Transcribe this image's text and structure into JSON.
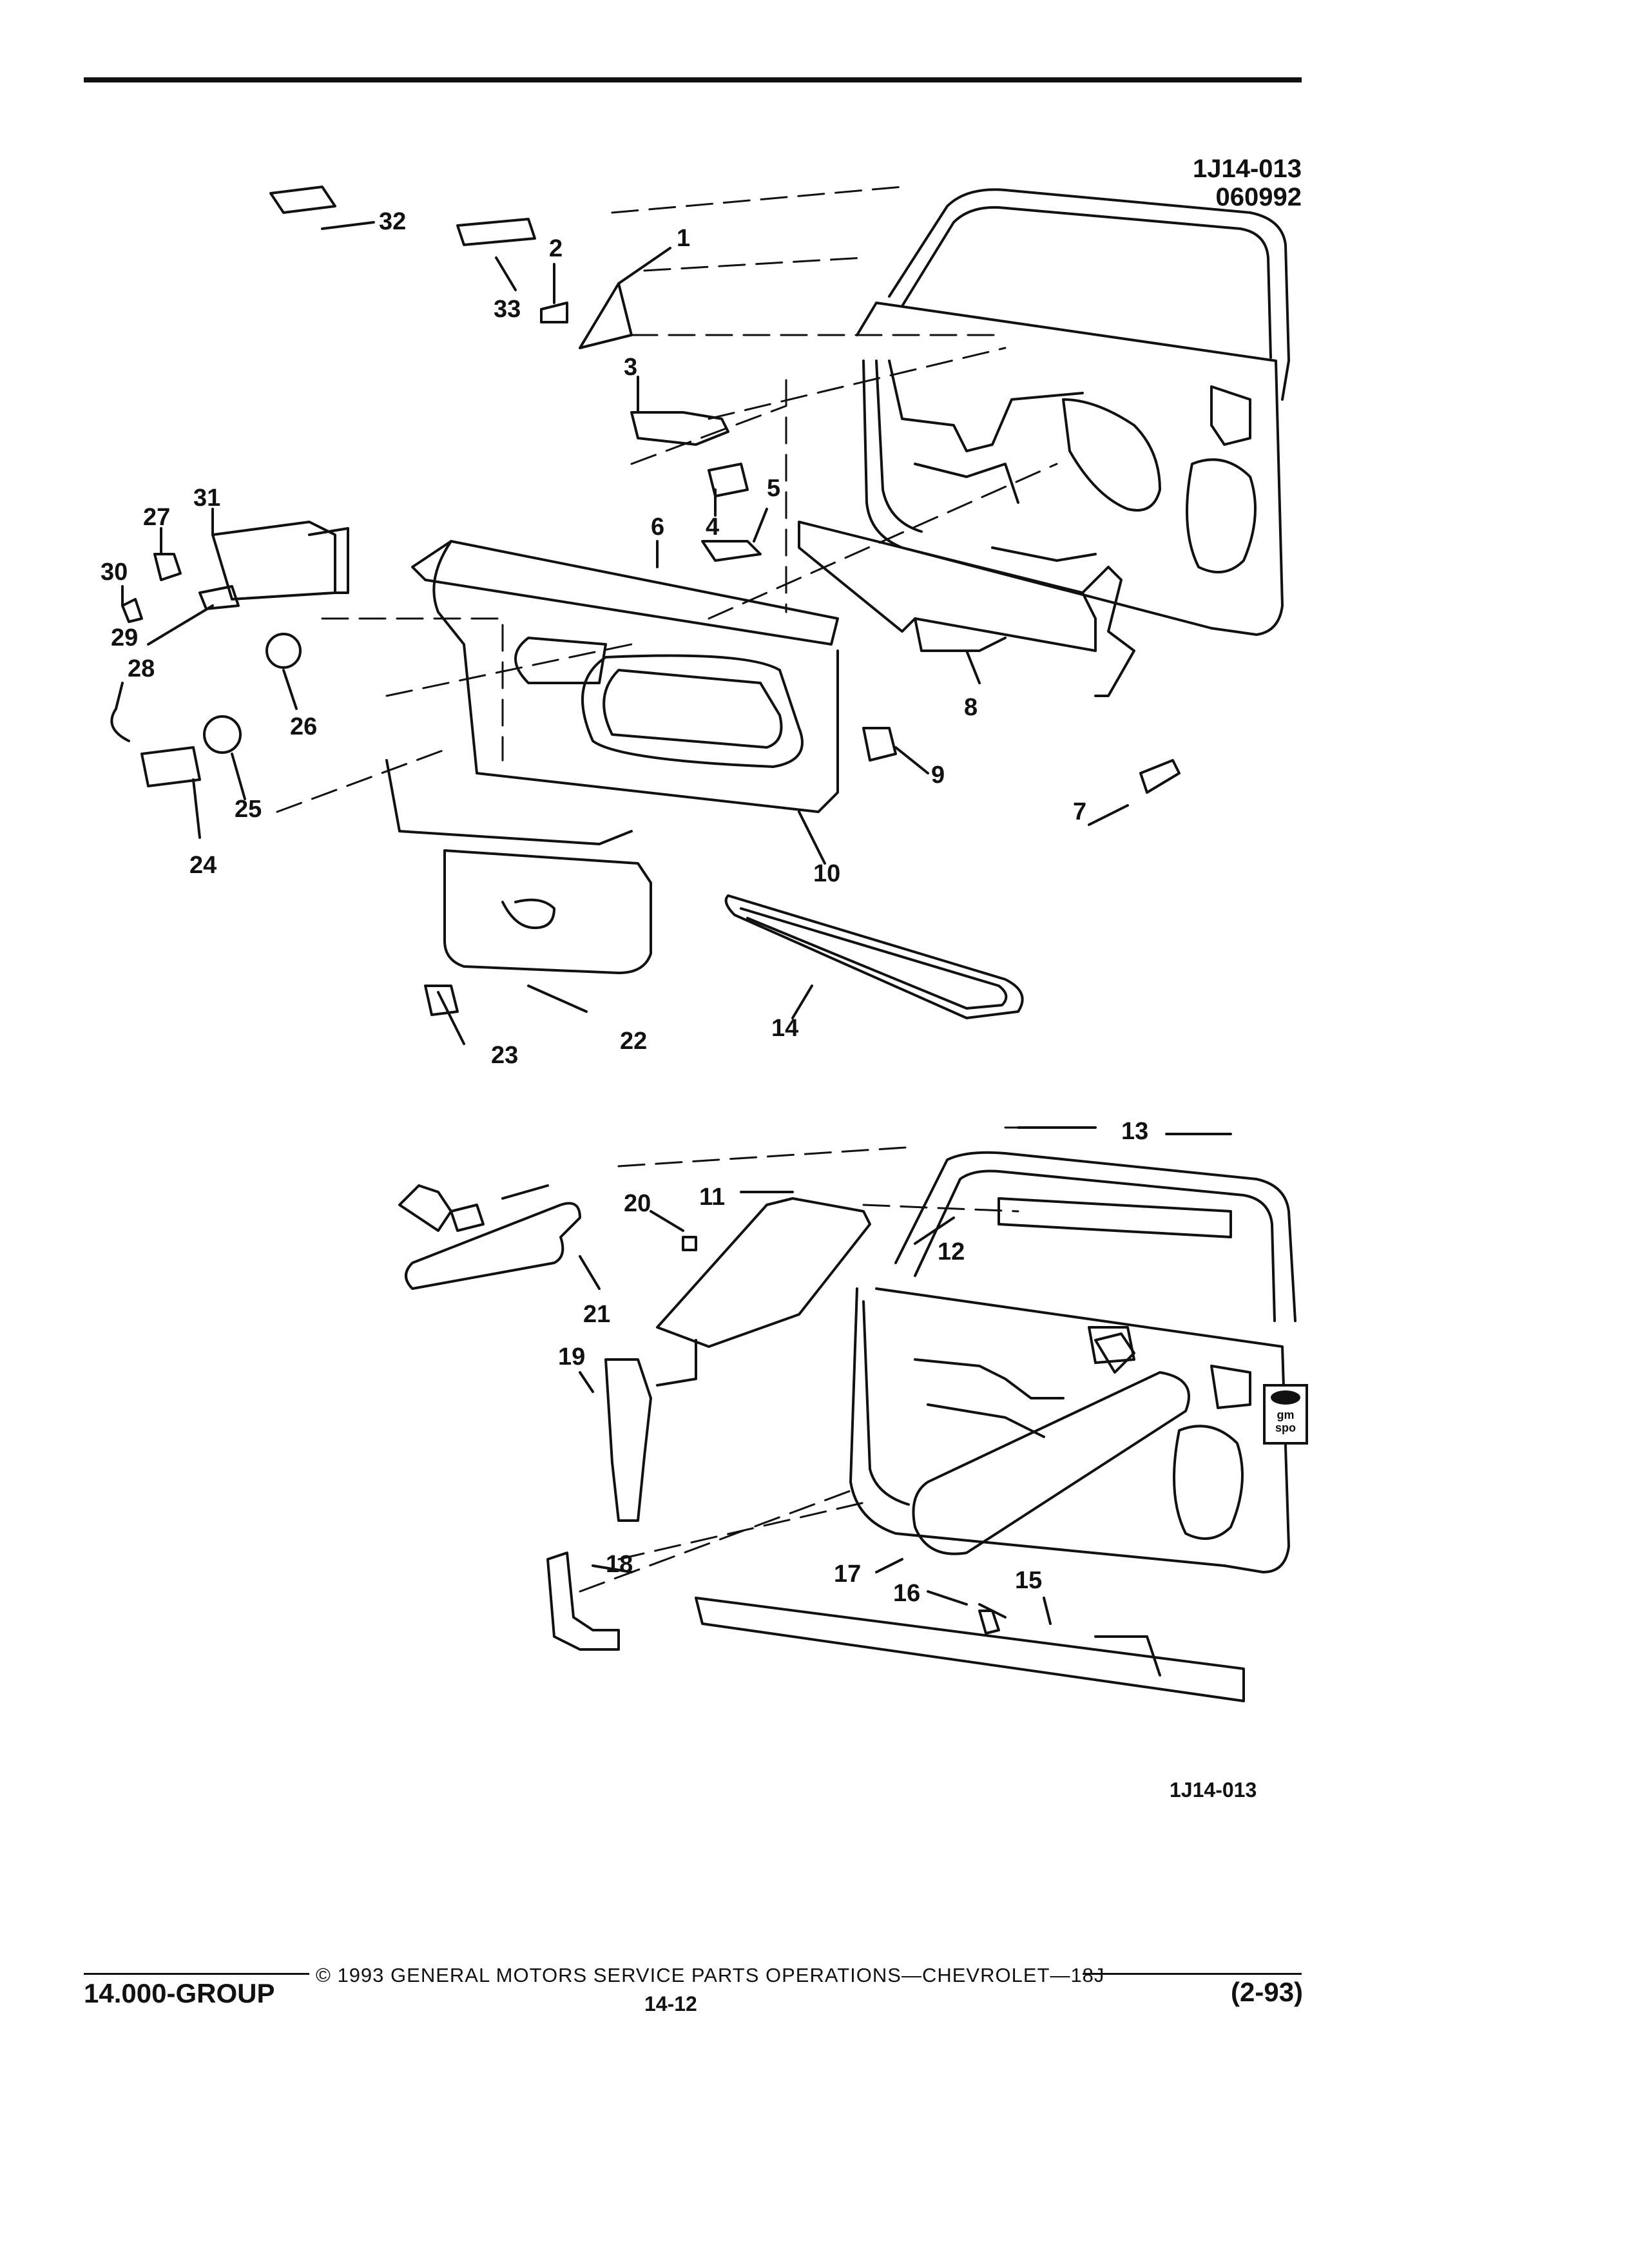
{
  "header": {
    "figure_code": "1J14-013",
    "figure_date": "060992"
  },
  "upper_assembly": {
    "callouts": [
      "1",
      "2",
      "3",
      "4",
      "5",
      "6",
      "7",
      "8",
      "9",
      "10",
      "14",
      "22",
      "23",
      "24",
      "25",
      "26",
      "28",
      "29",
      "30",
      "27",
      "31",
      "32",
      "33"
    ]
  },
  "lower_assembly": {
    "callouts": [
      "11",
      "12",
      "13",
      "15",
      "16",
      "17",
      "18",
      "19",
      "20",
      "21"
    ]
  },
  "figure_ref": "1J14-013",
  "footer": {
    "copyright": "© 1993 GENERAL MOTORS SERVICE PARTS OPERATIONS—CHEVROLET—18J",
    "group": "14.000-GROUP",
    "page": "14-12",
    "date": "(2-93)"
  },
  "logo": {
    "text": "gm spo"
  },
  "colors": {
    "ink": "#111111",
    "paper": "#ffffff"
  }
}
